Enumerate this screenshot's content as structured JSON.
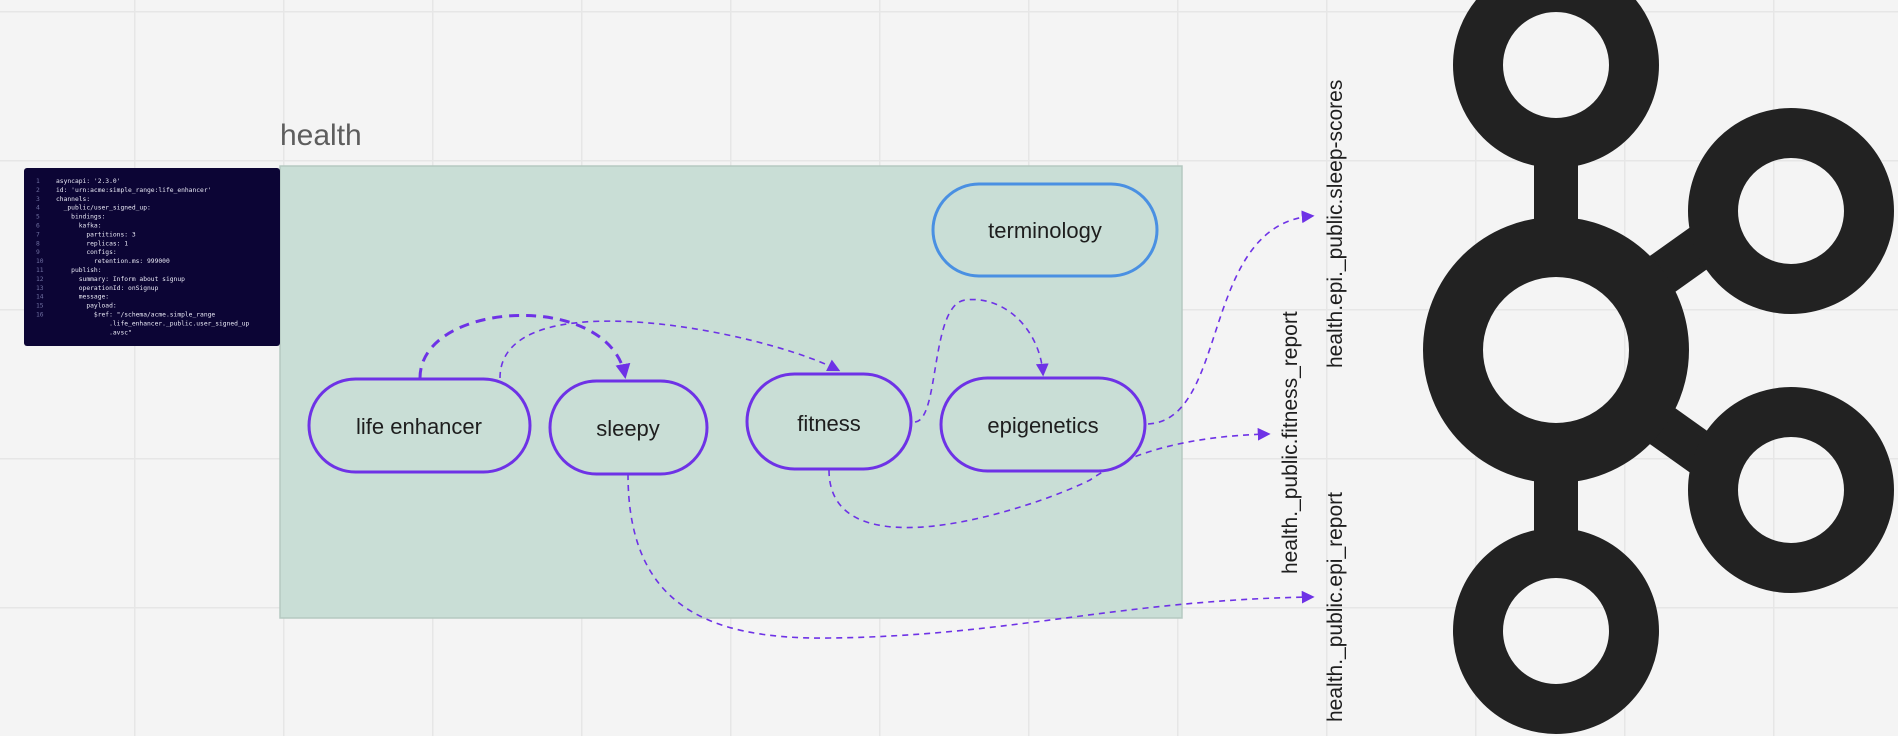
{
  "colors": {
    "accent": "#6e32e6",
    "group_fill": "#c9ded6",
    "terminology_border": "#4a90e2",
    "code_bg": "#0c0535",
    "logo": "#222222"
  },
  "group": {
    "title": "health"
  },
  "nodes": {
    "life_enhancer": "life enhancer",
    "sleepy": "sleepy",
    "fitness": "fitness",
    "epigenetics": "epigenetics",
    "terminology": "terminology"
  },
  "topics": {
    "sleep_scores": "health.epi._public.sleep-scores",
    "fitness_report": "health._public.fitness_report",
    "epi_report": "health._public.epi_report"
  },
  "code_snippet": {
    "lines": [
      {
        "n": "1",
        "text": "asyncapi: '2.3.0'"
      },
      {
        "n": "2",
        "text": "id: 'urn:acme:simple_range:life_enhancer'"
      },
      {
        "n": "3",
        "text": "channels:"
      },
      {
        "n": "4",
        "text": "  _public/user_signed_up:"
      },
      {
        "n": "5",
        "text": "    bindings:"
      },
      {
        "n": "6",
        "text": "      kafka:"
      },
      {
        "n": "7",
        "text": "        partitions: 3"
      },
      {
        "n": "8",
        "text": "        replicas: 1"
      },
      {
        "n": "9",
        "text": "        configs:"
      },
      {
        "n": "10",
        "text": "          retention.ms: 999000"
      },
      {
        "n": "11",
        "text": "    publish:"
      },
      {
        "n": "12",
        "text": "      summary: Inform about signup"
      },
      {
        "n": "13",
        "text": "      operationId: onSignup"
      },
      {
        "n": "14",
        "text": "      message:"
      },
      {
        "n": "15",
        "text": "        payload:"
      },
      {
        "n": "16",
        "text": "          $ref: \"/schema/acme.simple_range"
      },
      {
        "n": "",
        "text": "              .life_enhancer._public.user_signed_up"
      },
      {
        "n": "",
        "text": "              .avsc\""
      }
    ]
  },
  "logo": {
    "name": "kafka-icon"
  }
}
